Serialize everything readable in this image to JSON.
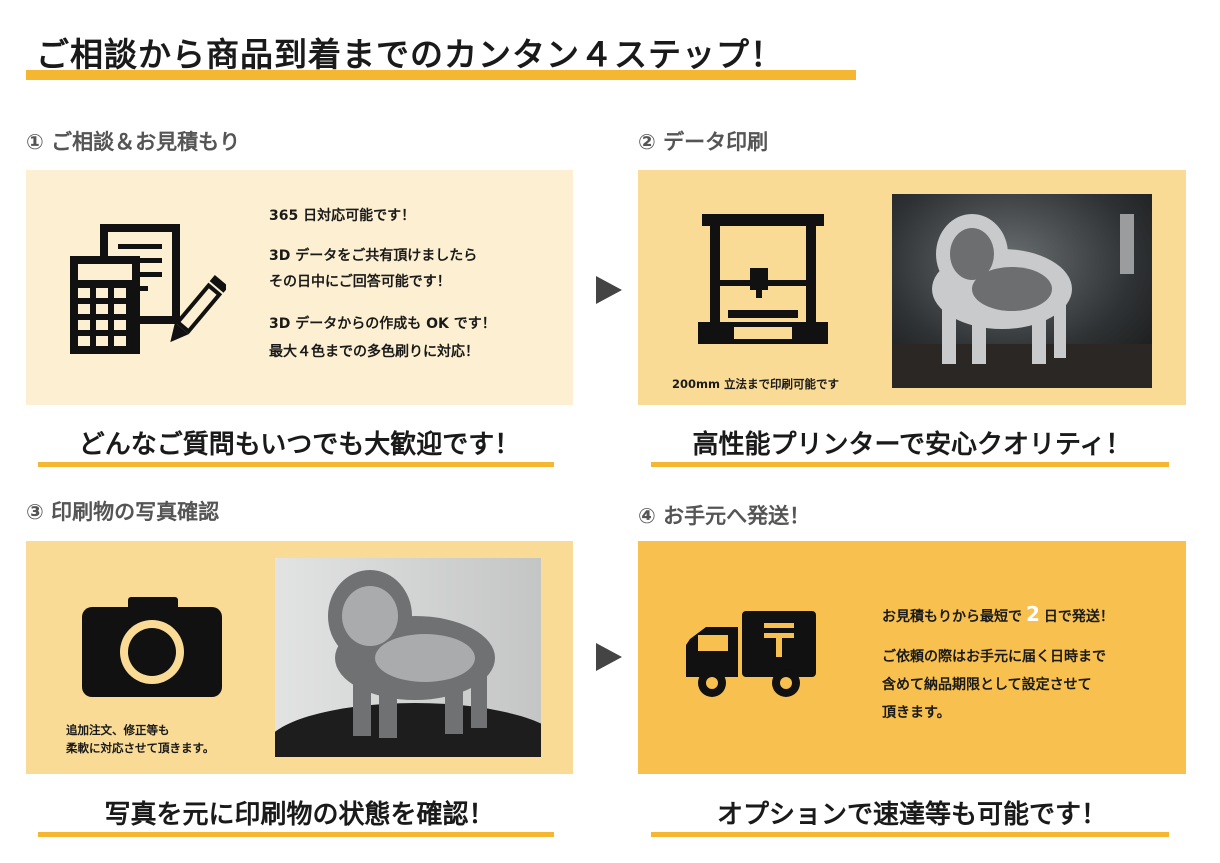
{
  "colors": {
    "accent": "#f5b731",
    "panel_light": "#fdf0d2",
    "panel_mid": "#fadb96",
    "panel_strong": "#f8c04e",
    "text": "#1a1a1a",
    "step_title": "#555555",
    "highlight": "#ffffff"
  },
  "header": {
    "title": "ご相談から商品到着までのカンタン４ステップ！"
  },
  "steps": [
    {
      "title": "① ご相談＆お見積もり",
      "icon": "calculator-document-pencil-icon",
      "lines": [
        "365 日対応可能です！",
        "3D データをご共有頂けましたら",
        "その日中にご回答可能です！",
        "3D データからの作成も OK です！",
        "最大４色までの多色刷りに対応！"
      ],
      "caption": "どんなご質問もいつでも大歓迎です！"
    },
    {
      "title": "② データ印刷",
      "icon": "3d-printer-icon",
      "note": "200mm 立法まで印刷可能です",
      "photo": "lion-print-in-printer-photo",
      "caption": "高性能プリンターで安心クオリティ！"
    },
    {
      "title": "③ 印刷物の写真確認",
      "icon": "camera-icon",
      "note_lines": [
        "追加注文、修正等も",
        "柔軟に対応させて頂きます。"
      ],
      "photo": "printed-lion-figure-photo",
      "caption": "写真を元に印刷物の状態を確認！"
    },
    {
      "title": "④ お手元へ発送！",
      "icon": "delivery-truck-icon",
      "line1_before": "お見積もりから最短で",
      "line1_number": "2",
      "line1_after": "日で発送！",
      "lines": [
        "ご依頼の際はお手元に届く日時まで",
        "含めて納品期限として設定させて",
        "頂きます。"
      ],
      "caption": "オプションで速達等も可能です！"
    }
  ],
  "arrows": [
    "arrow-right-icon",
    "arrow-right-icon"
  ]
}
